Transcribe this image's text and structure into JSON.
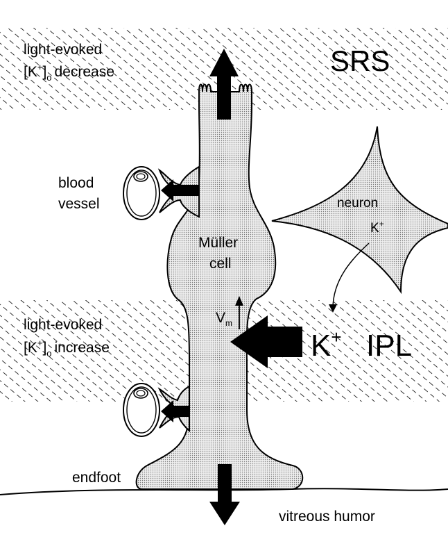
{
  "labels": {
    "top_left_line1": "light-evoked",
    "top_left_bracket": "[K",
    "top_left_sup": "+",
    "top_left_close": "]",
    "top_left_sub": "o",
    "top_left_word": "decrease",
    "srs": "SRS",
    "blood_line1": "blood",
    "blood_line2": "vessel",
    "neuron": "neuron",
    "neuron_k": "K",
    "neuron_k_sup": "+",
    "muller_line1": "Müller",
    "muller_line2": "cell",
    "vm": "V",
    "vm_sub": "m",
    "mid_left_line1": "light-evoked",
    "mid_left_bracket": "[K",
    "mid_left_sup": "+",
    "mid_left_close": "]",
    "mid_left_sub": "o",
    "mid_left_word": "increase",
    "big_k": "K",
    "big_k_sup": "+",
    "ipl": "IPL",
    "endfoot": "endfoot",
    "vitreous": "vitreous humor"
  }
}
